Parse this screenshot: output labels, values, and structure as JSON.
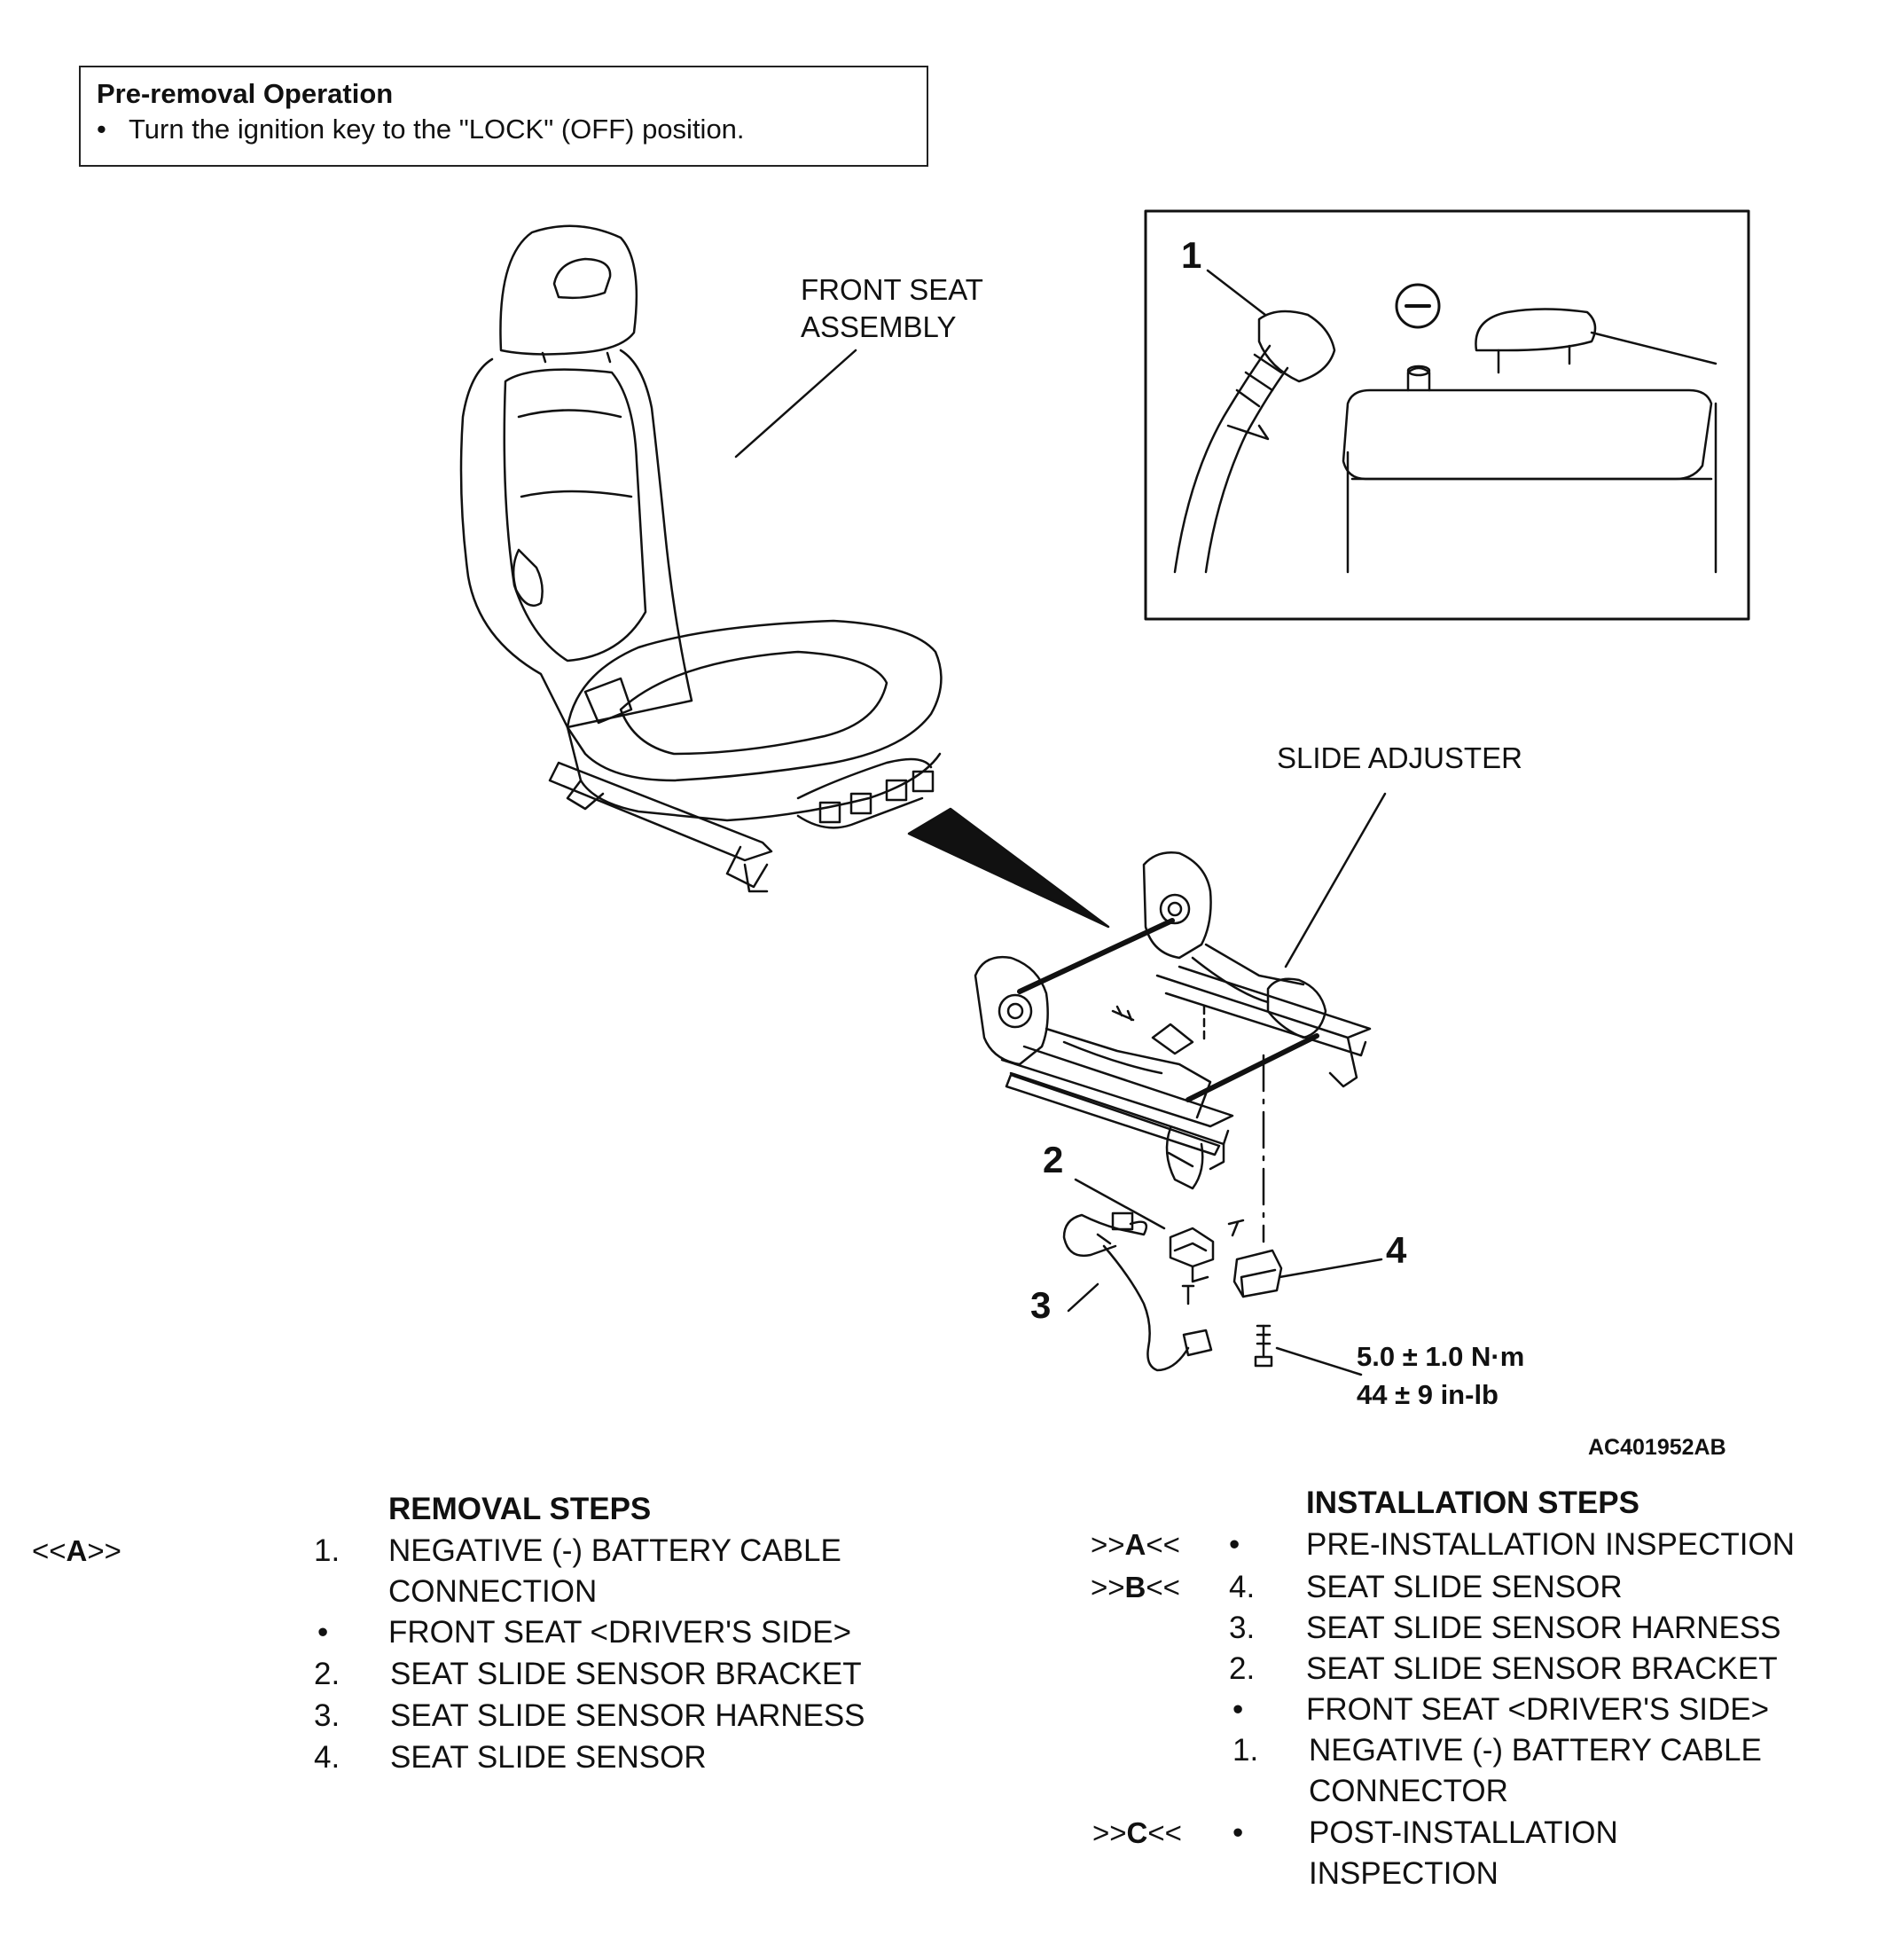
{
  "pre_removal": {
    "title": "Pre-removal Operation",
    "bullet_symbol": "•",
    "item": "Turn the ignition key to the \"LOCK\" (OFF) position."
  },
  "diagram": {
    "label_front_seat_line1": "FRONT SEAT",
    "label_front_seat_line2": "ASSEMBLY",
    "label_slide_adjuster": "SLIDE ADJUSTER",
    "callout_1": "1",
    "callout_2": "2",
    "callout_3": "3",
    "callout_4": "4",
    "battery_symbol": "⊖",
    "torque_line1": "5.0 ± 1.0 N·m",
    "torque_line2": "44 ± 9 in-lb",
    "figure_code": "AC401952AB"
  },
  "removal": {
    "heading": "REMOVAL STEPS",
    "code_a": {
      "prefix": "<<",
      "letter": "A",
      "suffix": ">>"
    },
    "steps": [
      {
        "num": "1.",
        "line1": "NEGATIVE (-) BATTERY CABLE",
        "line2": "CONNECTION"
      },
      {
        "num": "•",
        "line1": "FRONT SEAT <DRIVER'S SIDE>"
      },
      {
        "num": "2.",
        "line1": "SEAT SLIDE SENSOR BRACKET"
      },
      {
        "num": "3.",
        "line1": "SEAT SLIDE SENSOR HARNESS"
      },
      {
        "num": "4.",
        "line1": "SEAT SLIDE SENSOR"
      }
    ]
  },
  "installation": {
    "heading": "INSTALLATION STEPS",
    "codes": {
      "a": {
        "prefix": ">>",
        "letter": "A",
        "suffix": "<<"
      },
      "b": {
        "prefix": ">>",
        "letter": "B",
        "suffix": "<<"
      },
      "c": {
        "prefix": ">>",
        "letter": "C",
        "suffix": "<<"
      }
    },
    "steps": [
      {
        "num": "•",
        "line1": "PRE-INSTALLATION INSPECTION"
      },
      {
        "num": "4.",
        "line1": "SEAT SLIDE SENSOR"
      },
      {
        "num": "3.",
        "line1": "SEAT SLIDE SENSOR HARNESS"
      },
      {
        "num": "2.",
        "line1": "SEAT SLIDE SENSOR BRACKET"
      },
      {
        "num": "•",
        "line1": "FRONT SEAT <DRIVER'S SIDE>"
      },
      {
        "num": "1.",
        "line1": "NEGATIVE (-) BATTERY CABLE",
        "line2": "CONNECTOR"
      },
      {
        "num": "•",
        "line1": "POST-INSTALLATION",
        "line2": "INSPECTION"
      }
    ]
  }
}
